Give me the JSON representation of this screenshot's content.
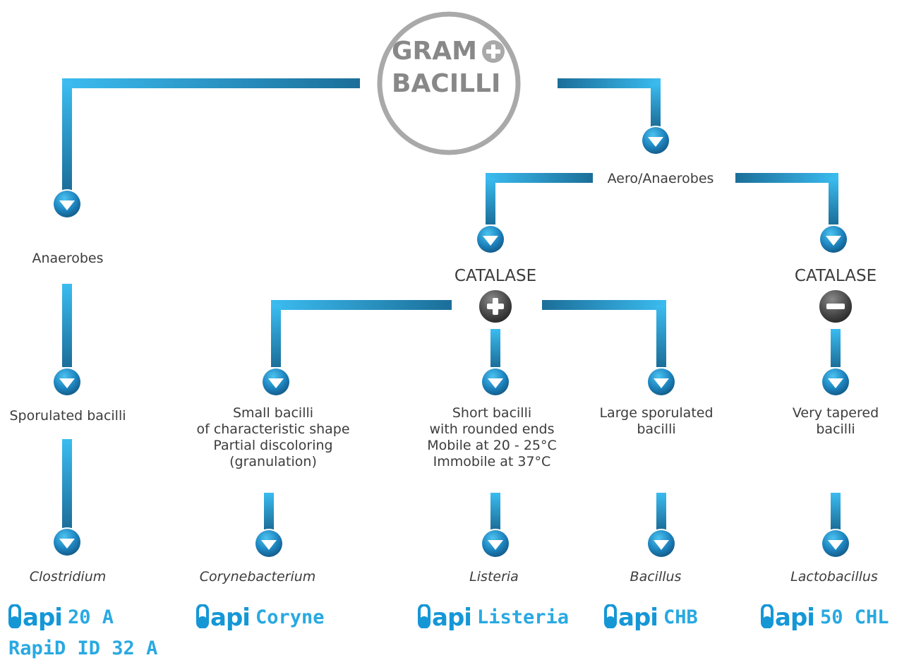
{
  "root": {
    "line1": "GRAM",
    "line2": "BACILLI",
    "sign": "plus"
  },
  "colors": {
    "pipe_light": "#3bbcf0",
    "pipe_dark": "#1b6e99",
    "circle": "#a9a9a9",
    "badge_dark": "#2b2b2b",
    "brand": "#1597d6"
  },
  "branches": {
    "anaerobes": "Anaerobes",
    "aero": "Aero/Anaerobes"
  },
  "catalase": [
    {
      "label": "CATALASE",
      "sign": "plus"
    },
    {
      "label": "CATALASE",
      "sign": "minus"
    }
  ],
  "descriptions": {
    "sporulated": "Sporulated bacilli",
    "small": [
      "Small bacilli",
      "of characteristic shape",
      "Partial discoloring",
      "(granulation)"
    ],
    "short": [
      "Short bacilli",
      "with rounded ends",
      "Mobile at 20 - 25°C",
      "Immobile at 37°C"
    ],
    "large": [
      "Large sporulated",
      "bacilli"
    ],
    "tapered": [
      "Very tapered",
      "bacilli"
    ]
  },
  "genera": [
    "Clostridium",
    "Corynebacterium",
    "Listeria",
    "Bacillus",
    "Lactobacillus"
  ],
  "kits": [
    {
      "brand": "api",
      "name": "20 A",
      "extra": "RapiD ID 32 A"
    },
    {
      "brand": "api",
      "name": "Coryne"
    },
    {
      "brand": "api",
      "name": "Listeria"
    },
    {
      "brand": "api",
      "name": "CHB"
    },
    {
      "brand": "api",
      "name": "50 CHL"
    }
  ]
}
